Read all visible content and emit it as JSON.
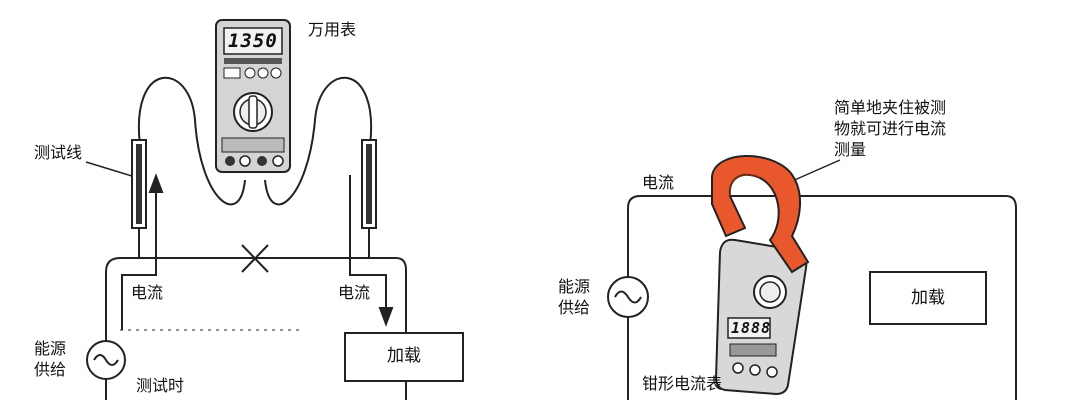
{
  "left": {
    "multimeter_label": "万用表",
    "display_reading": "1350",
    "test_leads_label": "测试线",
    "current_left": "电流",
    "current_right": "电流",
    "power_label": [
      "能源",
      "供给"
    ],
    "load_label": "加载",
    "note_line1": "测试时"
  },
  "right": {
    "current_label": "电流",
    "clamp_note": [
      "简单地夹住被测",
      "物就可进行电流",
      "测量"
    ],
    "power_label": [
      "能源",
      "供给"
    ],
    "load_label": "加载",
    "clamp_meter_label": "钳形电流表",
    "display_reading": "1888"
  },
  "colors": {
    "line": "#222222",
    "clamp_orange": "#e8582c",
    "meter_gray": "#d8d8d8"
  }
}
